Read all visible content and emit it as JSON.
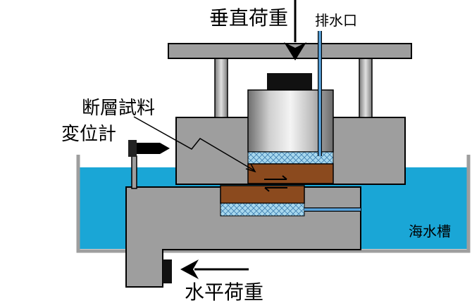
{
  "labels": {
    "vertical_load": "垂直荷重",
    "drain": "排水口",
    "fault_sample": "断層試料",
    "displacement_gauge": "変位計",
    "seawater_tank": "海水槽",
    "horizontal_load": "水平荷重"
  },
  "colors": {
    "frame_gray": "#9e9e9e",
    "water": "#1aa6d6",
    "sample_brown": "#8b4a1e",
    "porous_stone": "#a8d8ee",
    "outline": "#000000",
    "drain_blue": "#5aa6e0"
  }
}
